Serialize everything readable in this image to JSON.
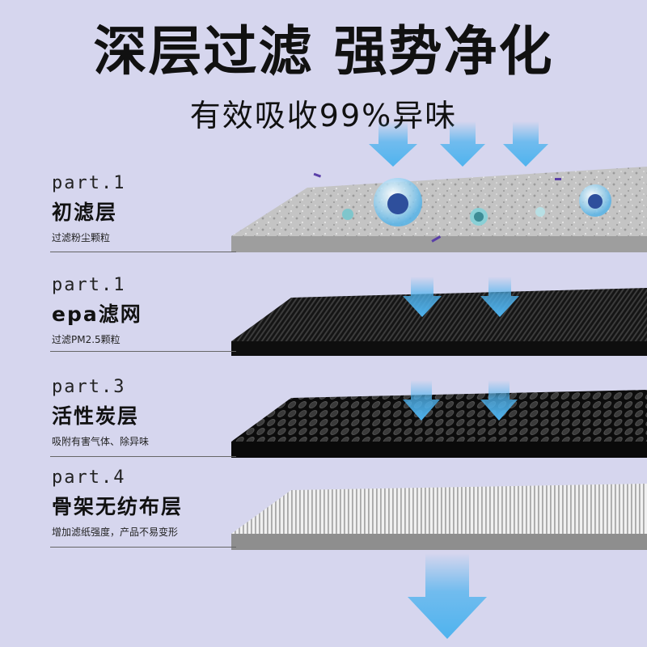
{
  "header": {
    "title": "深层过滤 强势净化",
    "subtitle": "有效吸收99%异味"
  },
  "layers": [
    {
      "part": "part.1",
      "name": "初滤层",
      "desc": "过滤粉尘颗粒"
    },
    {
      "part": "part.1",
      "name": "epa滤网",
      "desc": "过滤PM2.5颗粒"
    },
    {
      "part": "part.3",
      "name": "活性炭层",
      "desc": "吸附有害气体、除异味"
    },
    {
      "part": "part.4",
      "name": "骨架无纺布层",
      "desc": "增加滤纸强度，产品不易变形"
    }
  ],
  "colors": {
    "background": "#d6d6ee",
    "arrow": "#4fb3ee",
    "pre_filter": "#bdbdbd",
    "epa": "#1e1e1e",
    "carbon": "#141414",
    "nonwoven": "#e8e8e8"
  }
}
